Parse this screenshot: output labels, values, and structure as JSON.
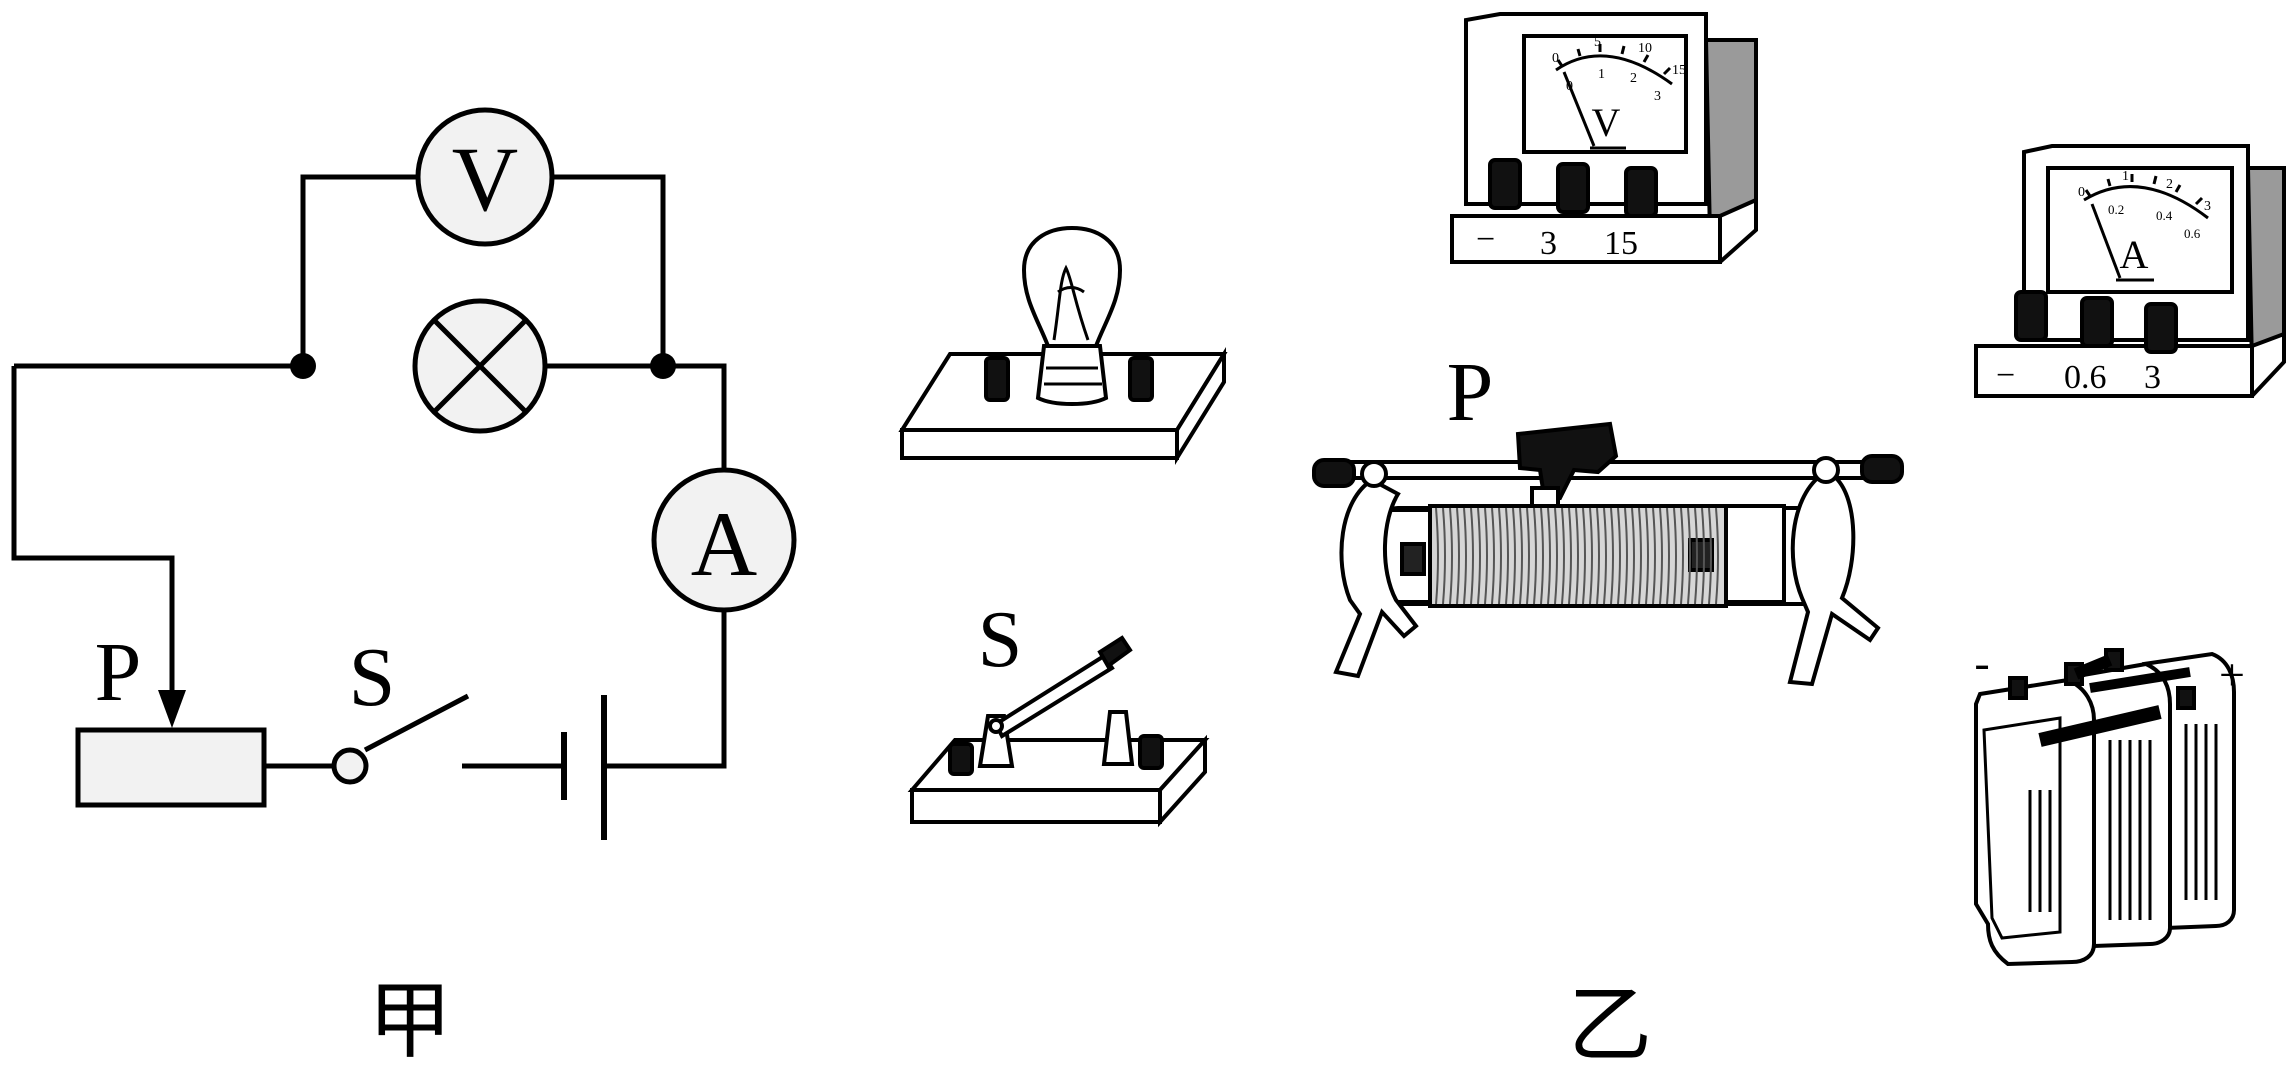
{
  "figure": {
    "panel_left_caption": "甲",
    "panel_right_caption": "乙"
  },
  "circuit": {
    "voltmeter_symbol": "V",
    "ammeter_symbol": "A",
    "slider_label": "P",
    "switch_label": "S"
  },
  "apparatus": {
    "voltmeter": {
      "face_symbol": "V",
      "scale_upper": [
        "0",
        "5",
        "10",
        "15"
      ],
      "scale_lower": [
        "0",
        "1",
        "2",
        "3"
      ],
      "terminal_labels": [
        "−",
        "3",
        "15"
      ]
    },
    "ammeter": {
      "face_symbol": "A",
      "scale_upper": [
        "0",
        "1",
        "2",
        "3"
      ],
      "scale_lower": [
        "0.2",
        "0.4",
        "0.6"
      ],
      "terminal_labels": [
        "−",
        "0.6",
        "3"
      ]
    },
    "rheostat_label": "P",
    "switch_label": "S",
    "battery_minus": "-",
    "battery_plus": "+"
  },
  "colors": {
    "stroke": "#000000",
    "fill_light": "#f2f2f2",
    "fill_mid": "#bdbdbd",
    "fill_dark": "#8a8a8a"
  }
}
